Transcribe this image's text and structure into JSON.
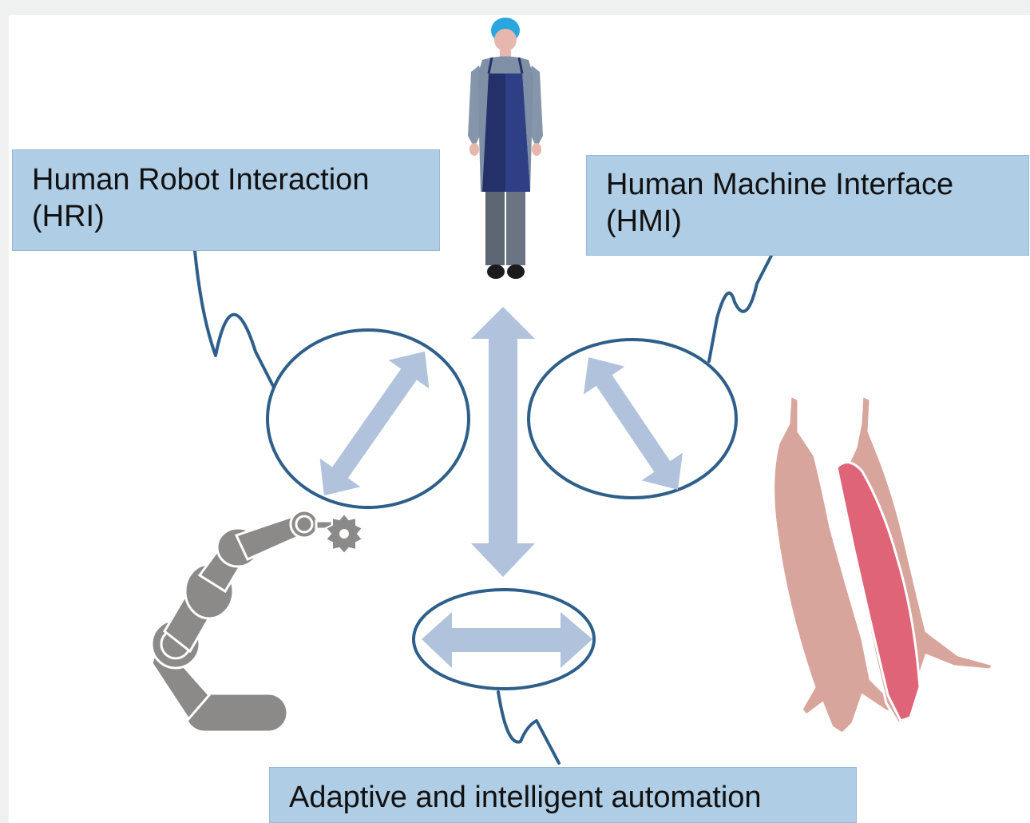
{
  "labels": {
    "hri_line1": "Human Robot Interaction",
    "hri_line2": "(HRI)",
    "hmi_line1": "Human Machine Interface",
    "hmi_line2": "(HMI)",
    "automation": "Adaptive and intelligent automation"
  },
  "colors": {
    "label_fill": "#afcde5",
    "connector_line": "#2e5f8a",
    "arrow_fill": "#b0c2dc",
    "robot": "#8c8a89",
    "carcass_light": "#d8a59c",
    "carcass_dark": "#df6478",
    "apron": "#23306a"
  },
  "icons": [
    "worker-icon",
    "robot-arm-icon",
    "carcass-icon",
    "saw-blade-icon"
  ]
}
